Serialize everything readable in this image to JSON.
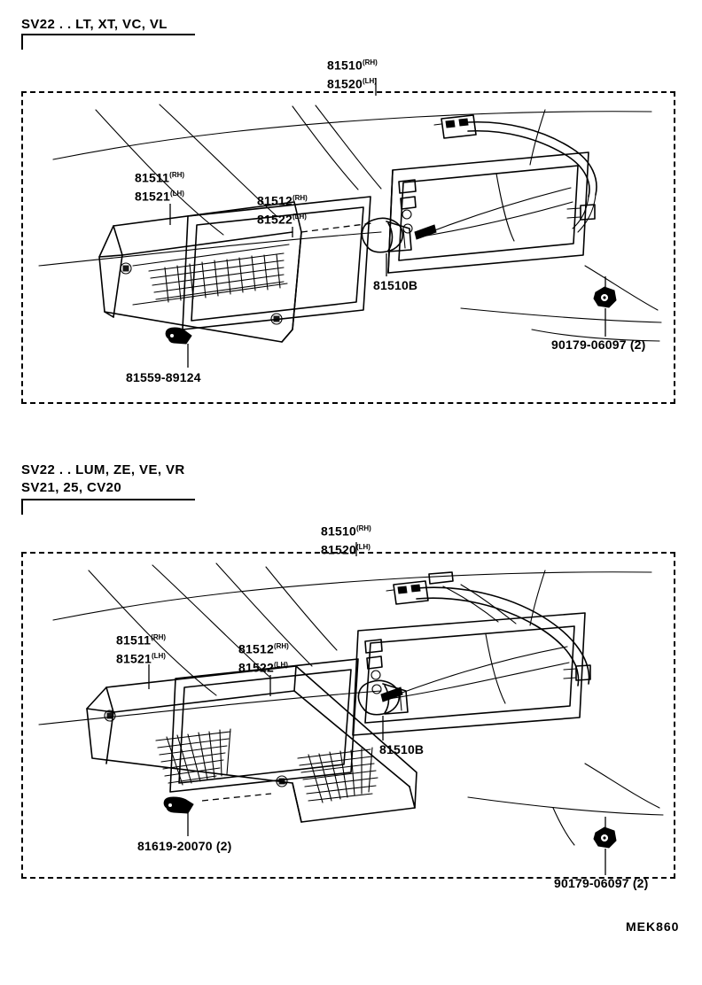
{
  "drawing": {
    "code": "MEK860"
  },
  "panels": [
    {
      "id": "panel-1",
      "heading_line1": "SV22 . . LT, XT, VC, VL",
      "heading_line2": "",
      "labels": {
        "assembly_top": {
          "line1_num": "81510",
          "line1_sfx": "(RH)",
          "line2_num": "81520",
          "line2_sfx": "(LH)"
        },
        "lens": {
          "line1_num": "81511",
          "line1_sfx": "(RH)",
          "line2_num": "81521",
          "line2_sfx": "(LH)"
        },
        "packing": {
          "line1_num": "81512",
          "line1_sfx": "(RH)",
          "line2_num": "81522",
          "line2_sfx": "(LH)"
        },
        "bulb": "81510B",
        "screw": "81559-89124",
        "nut": "90179-06097 (2)"
      }
    },
    {
      "id": "panel-2",
      "heading_line1": "SV22 . . LUM, ZE, VE, VR",
      "heading_line2": "SV21, 25, CV20",
      "labels": {
        "assembly_top": {
          "line1_num": "81510",
          "line1_sfx": "(RH)",
          "line2_num": "81520",
          "line2_sfx": "(LH)"
        },
        "lens": {
          "line1_num": "81511",
          "line1_sfx": "(RH)",
          "line2_num": "81521",
          "line2_sfx": "(LH)"
        },
        "packing": {
          "line1_num": "81512",
          "line1_sfx": "(RH)",
          "line2_num": "81522",
          "line2_sfx": "(LH)"
        },
        "bulb": "81510B",
        "screw": "81619-20070 (2)",
        "nut": "90179-06097 (2)"
      }
    }
  ]
}
